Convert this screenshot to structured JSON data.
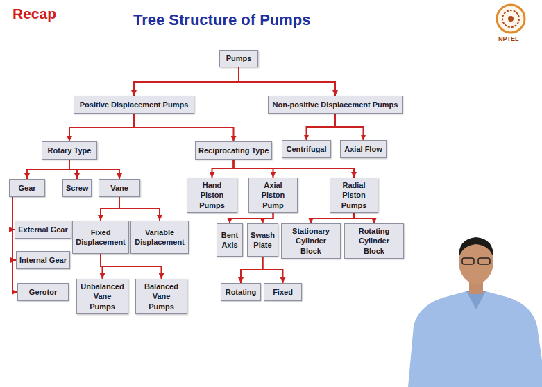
{
  "diagram": {
    "title": "Tree Structure of Pumps",
    "nodes": [
      {
        "text": [
          "Pumps"
        ]
      },
      {
        "text": [
          "Positive Displacement Pumps"
        ]
      },
      {
        "text": [
          "Non-positive Displacement Pumps"
        ]
      },
      {
        "text": [
          "Rotary Type"
        ]
      },
      {
        "text": [
          "Reciprocating Type"
        ]
      },
      {
        "text": [
          "Centrifugal"
        ]
      },
      {
        "text": [
          "Axial Flow"
        ]
      },
      {
        "text": [
          "Gear"
        ]
      },
      {
        "text": [
          "Screw"
        ]
      },
      {
        "text": [
          "Vane"
        ]
      },
      {
        "text": [
          "Hand Piston Pumps"
        ]
      },
      {
        "text": [
          "Axial Piston Pump"
        ]
      },
      {
        "text": [
          "Radial Piston Pumps"
        ]
      },
      {
        "text": [
          "External Gear"
        ]
      },
      {
        "text": [
          "Fixed Displacement"
        ]
      },
      {
        "text": [
          "Variable Displacement"
        ]
      },
      {
        "text": [
          "Bent Axis"
        ]
      },
      {
        "text": [
          "Swash Plate"
        ]
      },
      {
        "text": [
          "Stationary Cylinder Block"
        ]
      },
      {
        "text": [
          "Rotating Cylinder Block"
        ]
      },
      {
        "text": [
          "Internal Gear"
        ]
      },
      {
        "text": [
          "Rotating"
        ]
      },
      {
        "text": [
          "Fixed"
        ]
      },
      {
        "text": [
          "Gerotor"
        ]
      },
      {
        "text": [
          "Unbalanced Vane Pumps"
        ]
      },
      {
        "text": [
          "Balanced Vane Pumps"
        ]
      }
    ],
    "edges": [
      {
        "from": 0,
        "to": 1,
        "arrow": "to"
      },
      {
        "from": 0,
        "to": 2,
        "arrow": "to"
      },
      {
        "from": 1,
        "to": 3,
        "arrow": "to"
      },
      {
        "from": 1,
        "to": 4,
        "arrow": "to"
      },
      {
        "from": 2,
        "to": 5,
        "arrow": "to"
      },
      {
        "from": 2,
        "to": 6,
        "arrow": "to"
      },
      {
        "from": 3,
        "to": 7,
        "arrow": "to"
      },
      {
        "from": 3,
        "to": 8,
        "arrow": "to"
      },
      {
        "from": 3,
        "to": 9,
        "arrow": "to"
      },
      {
        "from": 4,
        "to": 10,
        "arrow": "to"
      },
      {
        "from": 4,
        "to": 11,
        "arrow": "to"
      },
      {
        "from": 4,
        "to": 12,
        "arrow": "to"
      },
      {
        "from": 7,
        "to": 13,
        "arrow": "to"
      },
      {
        "from": 7,
        "to": 20,
        "arrow": "to"
      },
      {
        "from": 7,
        "to": 23,
        "arrow": "to"
      },
      {
        "from": 9,
        "to": 14,
        "arrow": "to"
      },
      {
        "from": 9,
        "to": 15,
        "arrow": "to"
      },
      {
        "from": 11,
        "to": 16,
        "arrow": "to"
      },
      {
        "from": 11,
        "to": 17,
        "arrow": "to"
      },
      {
        "from": 12,
        "to": 18,
        "arrow": "to"
      },
      {
        "from": 12,
        "to": 19,
        "arrow": "to"
      },
      {
        "from": 14,
        "to": 24,
        "arrow": "to"
      },
      {
        "from": 14,
        "to": 25,
        "arrow": "to"
      },
      {
        "from": 17,
        "to": 21,
        "arrow": "to"
      },
      {
        "from": 17,
        "to": 22,
        "arrow": "to"
      }
    ],
    "labels": [
      "Recap",
      "NPTEL"
    ]
  }
}
